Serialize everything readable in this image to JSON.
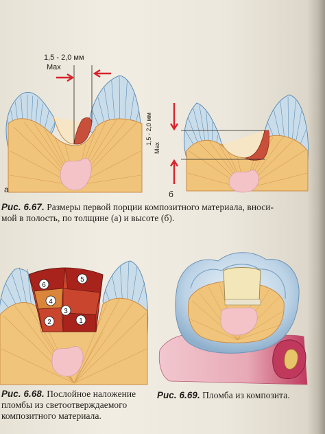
{
  "fig_top": {
    "dimension_text": "1,5 - 2,0 мм",
    "max_text": "Max",
    "vertical_dimension_text": "1,5 - 2,0 мм",
    "vertical_max_text": "Max",
    "label_a": "а",
    "label_b": "б"
  },
  "caption_667": {
    "number": "Рис. 6.67.",
    "line1": " Размеры первой порции композитного материала, вноси-",
    "line2": "мой в полость, по толщине (а) и высоте (б)."
  },
  "fig_layers": {
    "numbers": [
      "6",
      "5",
      "4",
      "3",
      "2",
      "1"
    ]
  },
  "caption_668": {
    "number": "Рис. 6.68.",
    "line1": " Послойное наложение",
    "line2": "пломбы из светоотверждаемого",
    "line3": "композитного материала."
  },
  "caption_669": {
    "number": "Рис. 6.69.",
    "text": " Пломба из композита."
  },
  "colors": {
    "dentin": "#f0c47a",
    "dentin_line": "#d69a52",
    "enamel": "#c9dcea",
    "enamel_line": "#5f8fb5",
    "pulp": "#f3c3c8",
    "red_arrow": "#d8232a",
    "layer_dark": "#a8231b",
    "layer_mid": "#c9452e",
    "layer_light": "#d9853a",
    "gum": "#c0395d"
  }
}
